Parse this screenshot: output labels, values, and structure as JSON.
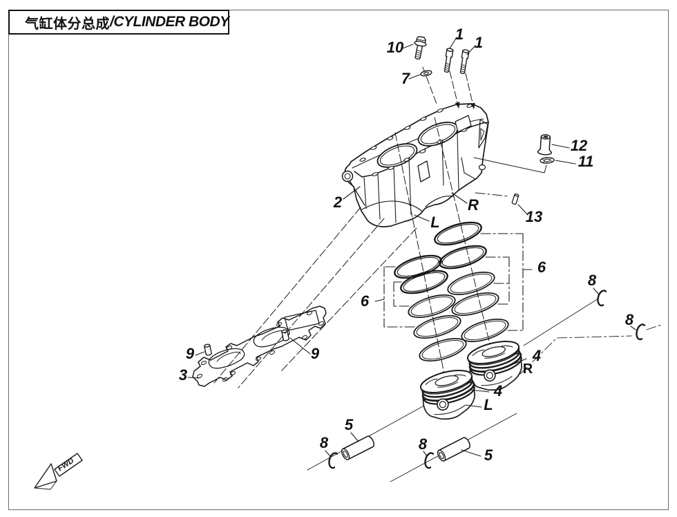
{
  "title": {
    "zh": "气缸体分总成",
    "en": "/CYLINDER BODY"
  },
  "direction_marker": {
    "label": "FWD"
  },
  "callouts": [
    {
      "text": "10"
    },
    {
      "text": "1"
    },
    {
      "text": "1"
    },
    {
      "text": "7"
    },
    {
      "text": "12"
    },
    {
      "text": "11"
    },
    {
      "text": "2"
    },
    {
      "text": "R"
    },
    {
      "text": "L"
    },
    {
      "text": "13"
    },
    {
      "text": "6"
    },
    {
      "text": "8"
    },
    {
      "text": "8"
    },
    {
      "text": "6"
    },
    {
      "text": "9"
    },
    {
      "text": "9"
    },
    {
      "text": "3"
    },
    {
      "text": "4"
    },
    {
      "text": "R"
    },
    {
      "text": "4"
    },
    {
      "text": "L"
    },
    {
      "text": "5"
    },
    {
      "text": "8"
    },
    {
      "text": "8"
    },
    {
      "text": "5"
    }
  ]
}
